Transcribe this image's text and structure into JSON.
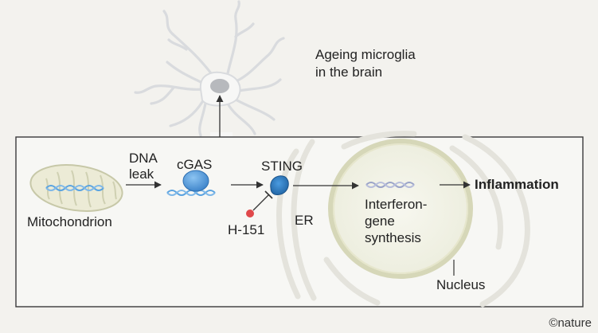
{
  "caption": {
    "line1": "Ageing microglia",
    "line2": "in the brain"
  },
  "labels": {
    "dna_leak_1": "DNA",
    "dna_leak_2": "leak",
    "cgas": "cGAS",
    "sting": "STING",
    "mitochondrion": "Mitochondrion",
    "h151": "H-151",
    "er": "ER",
    "interferon_1": "Interferon-",
    "interferon_2": "gene",
    "interferon_3": "synthesis",
    "inflammation": "Inflammation",
    "nucleus": "Nucleus"
  },
  "credit": "©nature",
  "colors": {
    "background": "#f3f2ee",
    "frame": "#3a3a3a",
    "protein_blue": "#4a90d6",
    "dna_blue": "#5aa3e0",
    "inhibitor_red": "#e0484a",
    "organelle_fill": "#eeeed8",
    "er_stroke": "#e4e3dc",
    "microglia_fill": "#f7f7f6",
    "arrow": "#333333"
  }
}
